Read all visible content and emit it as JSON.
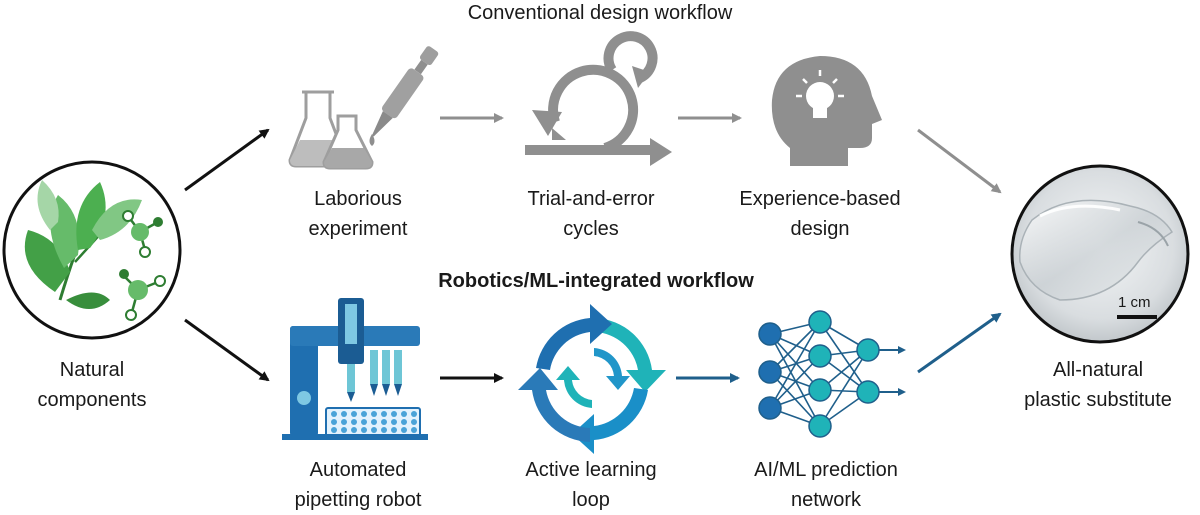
{
  "titles": {
    "conventional": "Conventional design workflow",
    "integrated": "Robotics/ML-integrated workflow"
  },
  "nodes": {
    "natural": [
      "Natural",
      "components"
    ],
    "laborious": [
      "Laborious",
      "experiment"
    ],
    "trial": [
      "Trial-and-error",
      "cycles"
    ],
    "experience": [
      "Experience-based",
      "design"
    ],
    "robot": [
      "Automated",
      "pipetting robot"
    ],
    "active": [
      "Active learning",
      "loop"
    ],
    "aiml": [
      "AI/ML prediction",
      "network"
    ],
    "plastic": [
      "All-natural",
      "plastic substitute"
    ]
  },
  "scale_bar": "1 cm",
  "colors": {
    "gray": "#8f8f8f",
    "black": "#111111",
    "blue_dark": "#1f5f8b",
    "blue": "#2a7ab8",
    "teal": "#1fb3b8",
    "green": "#4caf50",
    "green_dark": "#2e7d32"
  },
  "icons": {
    "natural": "leaf-molecule-icon",
    "laborious": "flask-pipette-icon",
    "trial": "circular-arrows-icon",
    "experience": "head-lightbulb-icon",
    "robot": "pipetting-robot-icon",
    "active": "cycle-arrows-icon",
    "aiml": "neural-network-icon",
    "plastic": "plastic-film-icon"
  }
}
